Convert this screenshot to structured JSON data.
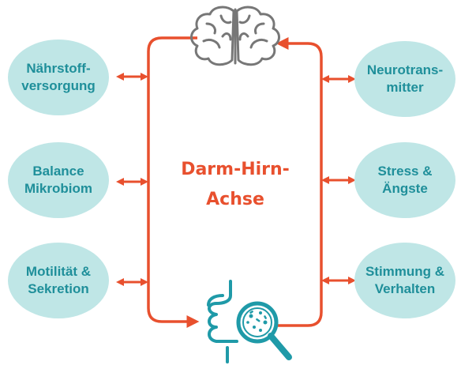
{
  "diagram": {
    "title": "Darm-Hirn-\nAchse",
    "colors": {
      "accent": "#e8502e",
      "bubble": "#bfe6e6",
      "bubble_text": "#1f8f9a",
      "icon_gray": "#777777",
      "icon_teal": "#1f9aa8"
    },
    "left_nodes": [
      {
        "label": "Nährstoff-\nversorgung"
      },
      {
        "label": "Balance\nMikrobiom"
      },
      {
        "label": "Motilität &\nSekretion"
      }
    ],
    "right_nodes": [
      {
        "label": "Neurotrans-\nmitter"
      },
      {
        "label": "Stress &\nÄngste"
      },
      {
        "label": "Stimmung &\nVerhalten"
      }
    ],
    "icons": {
      "top": "brain-icon",
      "bottom": "gut-microbiome-magnifier-icon"
    }
  }
}
